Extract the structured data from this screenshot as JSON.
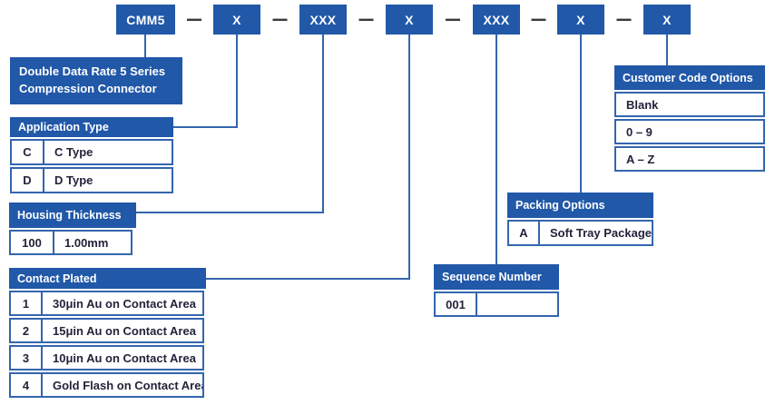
{
  "part_number": {
    "separator": "—",
    "segments": [
      {
        "code": "CMM5"
      },
      {
        "code": "X"
      },
      {
        "code": "XXX"
      },
      {
        "code": "X"
      },
      {
        "code": "XXX"
      },
      {
        "code": "X"
      },
      {
        "code": "X"
      }
    ]
  },
  "series_label": {
    "line1": "Double Data Rate 5 Series",
    "line2": "Compression Connector"
  },
  "tables": {
    "application_type": {
      "title": "Application Type",
      "rows": [
        [
          "C",
          "C Type"
        ],
        [
          "D",
          "D Type"
        ]
      ]
    },
    "housing_thickness": {
      "title": "Housing Thickness",
      "rows": [
        [
          "100",
          "1.00mm"
        ]
      ]
    },
    "contact_plated": {
      "title": "Contact Plated",
      "rows": [
        [
          "1",
          "30μin Au on Contact Area"
        ],
        [
          "2",
          "15μin Au on Contact Area"
        ],
        [
          "3",
          "10μin Au on Contact Area"
        ],
        [
          "4",
          "Gold Flash on Contact Area"
        ]
      ]
    },
    "sequence_number": {
      "title": "Sequence Number",
      "rows": [
        [
          "001",
          ""
        ]
      ]
    },
    "packing_options": {
      "title": "Packing Options",
      "rows": [
        [
          "A",
          "Soft Tray Package"
        ]
      ]
    },
    "customer_code_options": {
      "title": "Customer Code Options",
      "rows": [
        [
          "Blank"
        ],
        [
          "0 – 9"
        ],
        [
          "A – Z"
        ]
      ]
    }
  },
  "colors": {
    "primary_blue": "#2158A8",
    "line_blue": "#3465AE",
    "text_dark": "#23233B",
    "dash_gray": "#3A3A3A"
  }
}
